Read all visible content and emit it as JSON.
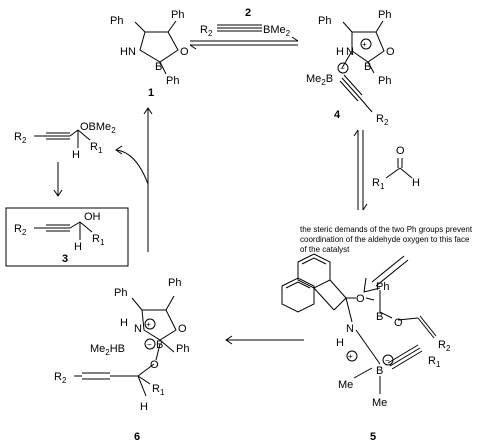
{
  "compounds": {
    "c1": {
      "number": "1",
      "ph_tl": "Ph",
      "ph_tr": "Ph",
      "nh": "HN",
      "o": "O",
      "b": "B",
      "ph_b": "Ph"
    },
    "c2": {
      "number": "2",
      "r": "R",
      "r_sub": "2",
      "bme": "BMe",
      "bme_sub": "2"
    },
    "c4": {
      "number": "4",
      "ph_tl": "Ph",
      "ph_tr": "Ph",
      "h": "H",
      "n": "N",
      "plus": "+",
      "o": "O",
      "b": "B",
      "ph_b": "Ph",
      "me2b": "Me",
      "me2b_sub": "2",
      "bminus_b": "B",
      "minus": "−",
      "r": "R",
      "r_sub": "2"
    },
    "ald": {
      "r": "R",
      "r_sub": "1",
      "o": "O",
      "h": "H"
    },
    "c5": {
      "number": "5",
      "o1": "O",
      "ph": "Ph",
      "b": "B",
      "o2": "O",
      "n": "N",
      "h": "H",
      "plus": "+",
      "me1": "Me",
      "me2": "Me",
      "b2": "B",
      "minus": "−",
      "r2": "R",
      "r2_sub": "2",
      "r1": "R",
      "r1_sub": "1"
    },
    "c6": {
      "number": "6",
      "ph_tl": "Ph",
      "ph_tr": "Ph",
      "h": "H",
      "n": "N",
      "plus": "+",
      "o": "O",
      "b": "B",
      "minus": "−",
      "ph_b": "Ph",
      "me2hb": "Me",
      "me2hb_sub": "2",
      "hb": "HB",
      "r2": "R",
      "r2_sub": "2",
      "o2": "O",
      "h2": "H",
      "r1": "R",
      "r1_sub": "1"
    },
    "c7": {
      "r2": "R",
      "r2_sub": "2",
      "obme": "OBMe",
      "obme_sub": "2",
      "h": "H",
      "r1": "R",
      "r1_sub": "1"
    },
    "c3": {
      "number": "3",
      "r2": "R",
      "r2_sub": "2",
      "oh": "OH",
      "h": "H",
      "r1": "R",
      "r1_sub": "1"
    }
  },
  "annotation": {
    "line1": "the steric demands of the two Ph groups prevent",
    "line2": "coordination of the aldehyde oxygen to this face",
    "line3": "of the catalyst"
  }
}
